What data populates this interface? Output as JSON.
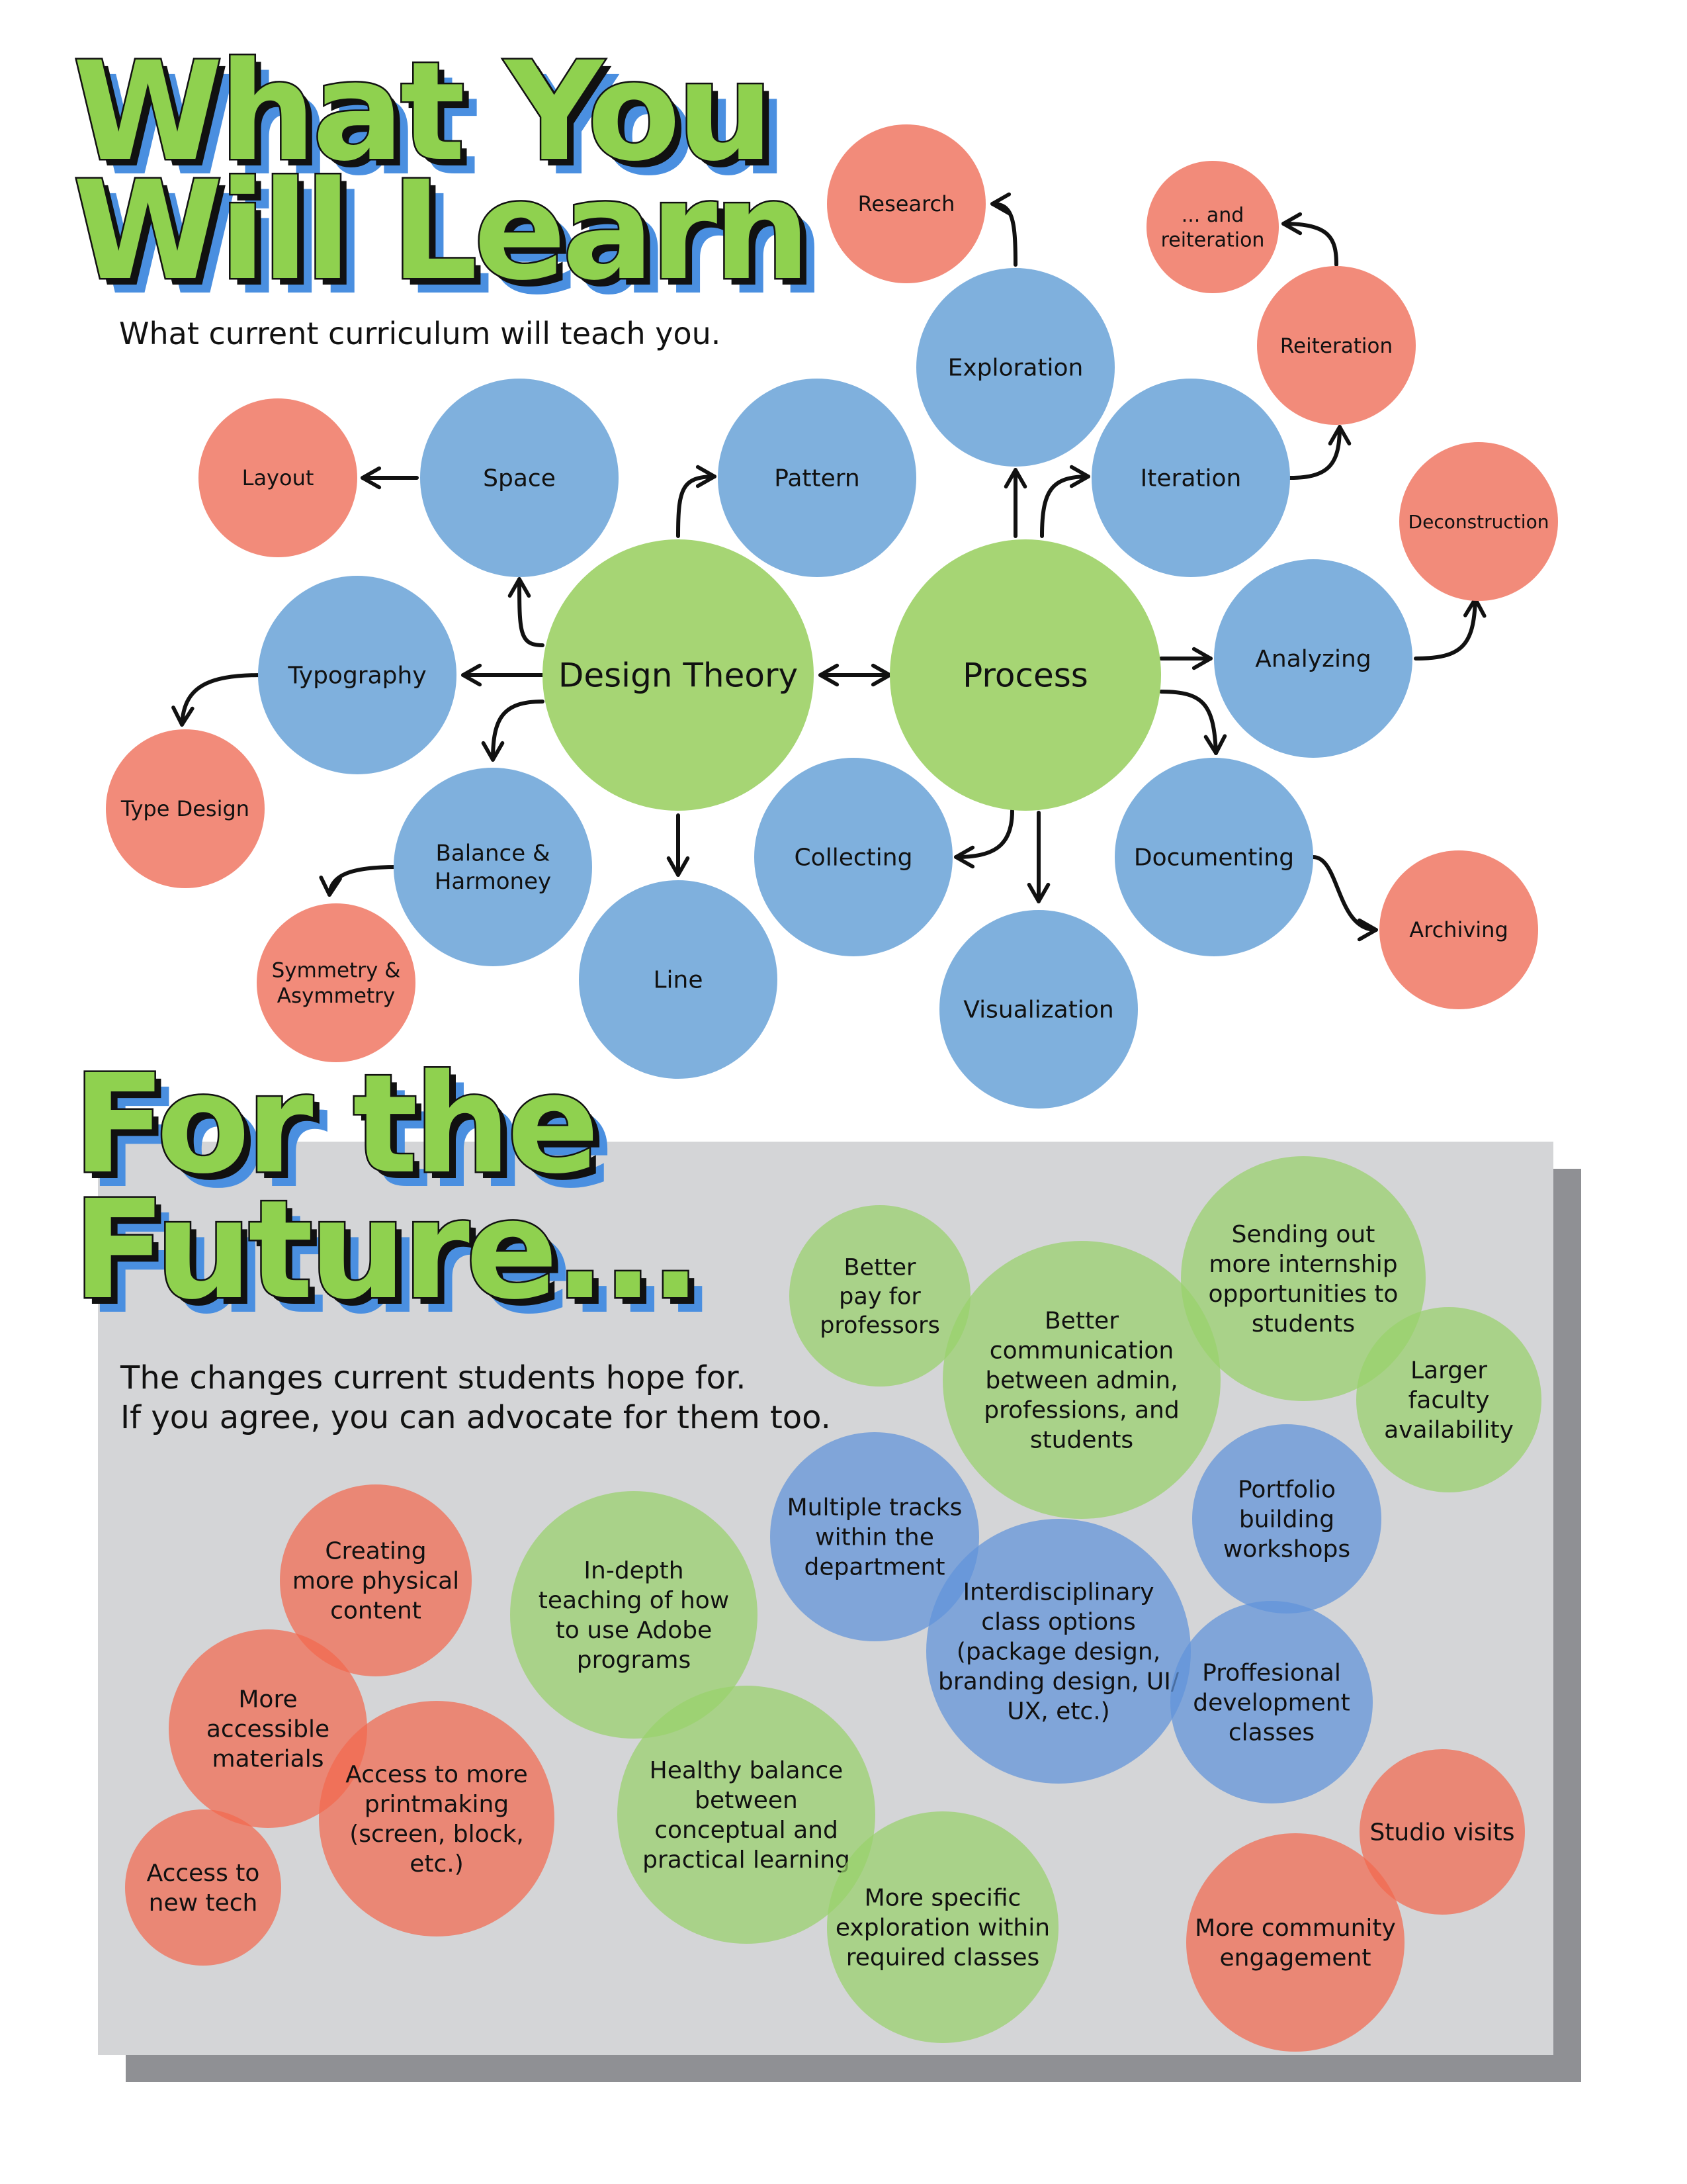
{
  "top": {
    "title_lines": [
      "What You",
      "Will Learn"
    ],
    "subtitle": "What current curriculum will teach you."
  },
  "bottom": {
    "title_lines": [
      "For the",
      "Future..."
    ],
    "subtitle_lines": [
      "The changes current students hope for.",
      "If you agree, you can advocate for them too."
    ]
  },
  "colors": {
    "title_green": "#8fd14f",
    "title_shadow_blue": "#4a8fe0",
    "node_green": "#a6d574",
    "node_blue": "#7fb0dd",
    "node_red": "#f28b7a",
    "panel_gray": "#d4d5d7",
    "panel_shadow": "#8f9094",
    "future_green": "#99d16b",
    "future_blue": "#5f93d9",
    "future_red": "#f26a4f"
  },
  "learn_nodes": [
    {
      "id": "design_theory",
      "label": [
        "Design Theory"
      ],
      "color": "green",
      "kind": "core"
    },
    {
      "id": "process",
      "label": [
        "Process"
      ],
      "color": "green",
      "kind": "core"
    },
    {
      "id": "space",
      "label": [
        "Space"
      ],
      "color": "blue"
    },
    {
      "id": "pattern",
      "label": [
        "Pattern"
      ],
      "color": "blue"
    },
    {
      "id": "typography",
      "label": [
        "Typography"
      ],
      "color": "blue"
    },
    {
      "id": "balance",
      "label": [
        "Balance &",
        "Harmoney"
      ],
      "color": "blue"
    },
    {
      "id": "line",
      "label": [
        "Line"
      ],
      "color": "blue"
    },
    {
      "id": "collecting",
      "label": [
        "Collecting"
      ],
      "color": "blue"
    },
    {
      "id": "exploration",
      "label": [
        "Exploration"
      ],
      "color": "blue"
    },
    {
      "id": "iteration",
      "label": [
        "Iteration"
      ],
      "color": "blue"
    },
    {
      "id": "analyzing",
      "label": [
        "Analyzing"
      ],
      "color": "blue"
    },
    {
      "id": "documenting",
      "label": [
        "Documenting"
      ],
      "color": "blue"
    },
    {
      "id": "visualization",
      "label": [
        "Visualization"
      ],
      "color": "blue"
    },
    {
      "id": "layout",
      "label": [
        "Layout"
      ],
      "color": "red"
    },
    {
      "id": "type_design",
      "label": [
        "Type Design"
      ],
      "color": "red"
    },
    {
      "id": "symmetry",
      "label": [
        "Symmetry &",
        "Asymmetry"
      ],
      "color": "red"
    },
    {
      "id": "research",
      "label": [
        "Research"
      ],
      "color": "red"
    },
    {
      "id": "and_reiteration",
      "label": [
        "... and",
        "reiteration"
      ],
      "color": "red"
    },
    {
      "id": "reiteration",
      "label": [
        "Reiteration"
      ],
      "color": "red"
    },
    {
      "id": "deconstruction",
      "label": [
        "Deconstruction"
      ],
      "color": "red"
    },
    {
      "id": "archiving",
      "label": [
        "Archiving"
      ],
      "color": "red"
    }
  ],
  "future_bubbles": [
    {
      "id": "better_pay",
      "label": [
        "Better",
        "pay for",
        "professors"
      ],
      "color": "green"
    },
    {
      "id": "better_comm",
      "label": [
        "Better",
        "communication",
        "between admin,",
        "professions, and",
        "students"
      ],
      "color": "green"
    },
    {
      "id": "internships",
      "label": [
        "Sending out",
        "more internship",
        "opportunities to",
        "students"
      ],
      "color": "green"
    },
    {
      "id": "faculty",
      "label": [
        "Larger",
        "faculty",
        "availability"
      ],
      "color": "green"
    },
    {
      "id": "multiple_tracks",
      "label": [
        "Multiple tracks",
        "within the",
        "department"
      ],
      "color": "blue"
    },
    {
      "id": "portfolio",
      "label": [
        "Portfolio",
        "building",
        "workshops"
      ],
      "color": "blue"
    },
    {
      "id": "interdisciplinary",
      "label": [
        "Interdisciplinary",
        "class options",
        "(package design,",
        "branding design, UI/",
        "UX, etc.)"
      ],
      "color": "blue"
    },
    {
      "id": "professional",
      "label": [
        "Proffesional",
        "development",
        "classes"
      ],
      "color": "blue"
    },
    {
      "id": "physical",
      "label": [
        "Creating",
        "more physical",
        "content"
      ],
      "color": "red"
    },
    {
      "id": "accessible",
      "label": [
        "More",
        "accessible",
        "materials"
      ],
      "color": "red"
    },
    {
      "id": "printmaking",
      "label": [
        "Access to more",
        "printmaking",
        "(screen, block,",
        "etc.)"
      ],
      "color": "red"
    },
    {
      "id": "new_tech",
      "label": [
        "Access to",
        "new tech"
      ],
      "color": "red"
    },
    {
      "id": "adobe",
      "label": [
        "In-depth",
        "teaching of how",
        "to use Adobe",
        "programs"
      ],
      "color": "green"
    },
    {
      "id": "healthy_balance",
      "label": [
        "Healthy balance",
        "between",
        "conceptual and",
        "practical learning"
      ],
      "color": "green"
    },
    {
      "id": "specific_exploration",
      "label": [
        "More specific",
        "exploration within",
        "required classes"
      ],
      "color": "green"
    },
    {
      "id": "studio_visits",
      "label": [
        "Studio visits"
      ],
      "color": "red"
    },
    {
      "id": "community",
      "label": [
        "More community",
        "engagement"
      ],
      "color": "red"
    }
  ]
}
